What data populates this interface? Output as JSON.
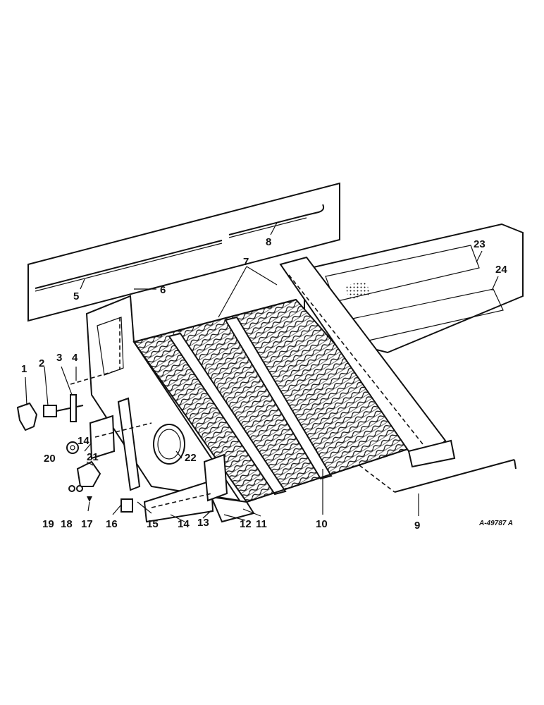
{
  "callouts": [
    "1",
    "2",
    "3",
    "4",
    "5",
    "6",
    "7",
    "8",
    "9",
    "10",
    "11",
    "12",
    "13",
    "14",
    "15",
    "16",
    "17",
    "18",
    "19",
    "20",
    "21",
    "22",
    "23",
    "24"
  ],
  "drawing_ref": "A-49787 A"
}
